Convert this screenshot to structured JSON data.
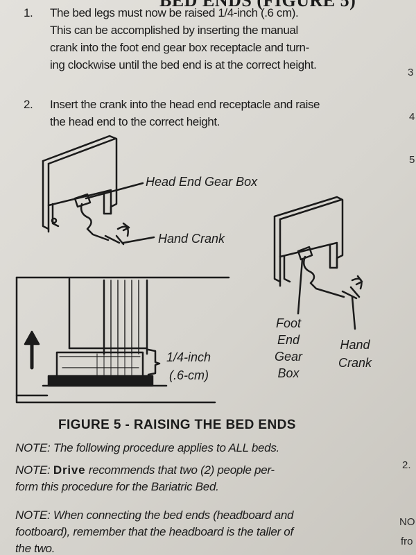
{
  "header": {
    "title_fragment": "BED ENDS (FIGURE 5)"
  },
  "steps": [
    {
      "number": "1.",
      "lines": [
        "The bed legs must now be raised 1/4-inch (.6 cm).",
        "This can be accomplished by inserting the manual",
        "crank into the foot end gear box receptacle and turn-",
        "ing clockwise until the bed end is at the correct height."
      ]
    },
    {
      "number": "2.",
      "lines": [
        "Insert the crank into the head end receptacle and raise",
        "the head end to the correct height."
      ]
    }
  ],
  "diagram": {
    "labels": {
      "head_end_gear_box": "Head End Gear Box",
      "hand_crank_1": "Hand Crank",
      "measure_inch": "1/4-inch",
      "measure_cm": "(.6-cm)",
      "foot_end_gear_box": [
        "Foot",
        "End",
        "Gear",
        "Box"
      ],
      "hand_crank_2": [
        "Hand",
        "Crank"
      ]
    }
  },
  "figure_caption": "FIGURE 5 - RAISING THE BED ENDS",
  "notes": [
    {
      "prefix": "NOTE:",
      "text": " The following procedure applies to ALL beds."
    },
    {
      "prefix": "NOTE:",
      "brand": "Drive",
      "text_line1": " recommends that two (2) people per-",
      "text_line2": "form this procedure for the Bariatric Bed."
    },
    {
      "prefix": "NOTE:",
      "text_line1": " When connecting the bed ends (headboard and",
      "text_line2": "footboard), remember that the headboard is the taller of",
      "text_line3": "the two."
    }
  ],
  "margin_fragments": {
    "m1": "3",
    "m2": "4",
    "m3": "5",
    "m4": "2.",
    "m5": "NO",
    "m6": "fro"
  }
}
